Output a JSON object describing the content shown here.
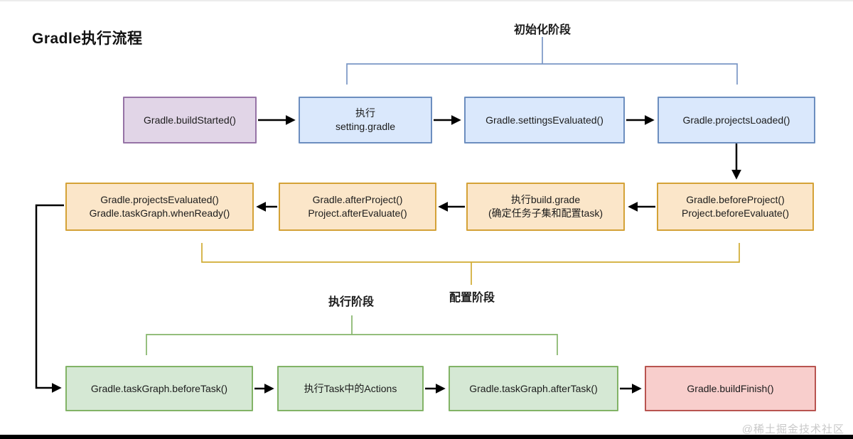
{
  "title": "Gradle执行流程",
  "watermark": "@稀土掘金技术社区",
  "phase_labels": {
    "init": "初始化阶段",
    "config": "配置阶段",
    "exec": "执行阶段"
  },
  "nodes": {
    "build_started": "Gradle.buildStarted()",
    "exec_setting_gradle": "执行\nsetting.gradle",
    "settings_evaluated": "Gradle.settingsEvaluated()",
    "projects_loaded": "Gradle.projectsLoaded()",
    "projects_evaluated": "Gradle.projectsEvaluated()\nGradle.taskGraph.whenReady()",
    "after_project": "Gradle.afterProject()\nProject.afterEvaluate()",
    "exec_build_grade": "执行build.grade\n(确定任务子集和配置task)",
    "before_project": "Gradle.beforeProject()\nProject.beforeEvaluate()",
    "before_task": "Gradle.taskGraph.beforeTask()",
    "exec_task_actions": "执行Task中的Actions",
    "after_task": "Gradle.taskGraph.afterTask()",
    "build_finish": "Gradle.buildFinish()"
  },
  "edges": [
    {
      "from": "build_started",
      "to": "exec_setting_gradle"
    },
    {
      "from": "exec_setting_gradle",
      "to": "settings_evaluated"
    },
    {
      "from": "settings_evaluated",
      "to": "projects_loaded"
    },
    {
      "from": "projects_loaded",
      "to": "before_project"
    },
    {
      "from": "before_project",
      "to": "exec_build_grade"
    },
    {
      "from": "exec_build_grade",
      "to": "after_project"
    },
    {
      "from": "after_project",
      "to": "projects_evaluated"
    },
    {
      "from": "projects_evaluated",
      "to": "before_task"
    },
    {
      "from": "before_task",
      "to": "exec_task_actions"
    },
    {
      "from": "exec_task_actions",
      "to": "after_task"
    },
    {
      "from": "after_task",
      "to": "build_finish"
    }
  ],
  "phases": [
    {
      "name": "init",
      "covers": [
        "exec_setting_gradle",
        "settings_evaluated",
        "projects_loaded"
      ]
    },
    {
      "name": "config",
      "covers": [
        "projects_evaluated",
        "after_project",
        "exec_build_grade",
        "before_project"
      ]
    },
    {
      "name": "exec",
      "covers": [
        "before_task",
        "exec_task_actions",
        "after_task"
      ]
    }
  ],
  "colors": {
    "purple_fill": "#e1d5e7",
    "purple_stroke": "#9673a6",
    "blue_fill": "#dae8fc",
    "blue_stroke": "#6c8ebf",
    "orange_fill": "#fbe6c9",
    "orange_stroke": "#d4a237",
    "green_fill": "#d5e8d4",
    "green_stroke": "#82b366",
    "red_fill": "#f8cecc",
    "red_stroke": "#b85450",
    "bracket_blue": "#7a96c5",
    "bracket_gold": "#d0ab32",
    "bracket_green": "#85b56a",
    "arrow": "#000000"
  }
}
